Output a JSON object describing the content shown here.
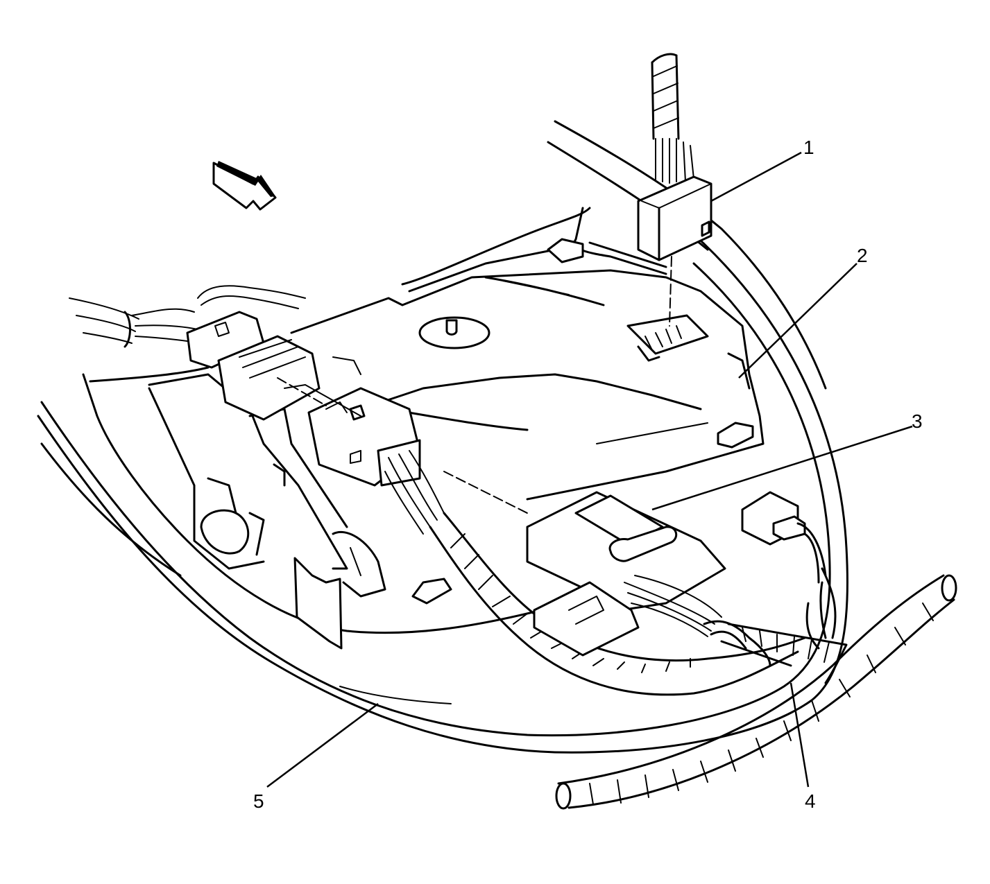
{
  "callouts": [
    {
      "id": "1",
      "label": "1"
    },
    {
      "id": "2",
      "label": "2"
    },
    {
      "id": "3",
      "label": "3"
    },
    {
      "id": "4",
      "label": "4"
    },
    {
      "id": "5",
      "label": "5"
    }
  ],
  "colors": {
    "line": "#000000",
    "background": "#ffffff"
  },
  "icons": [
    "direction-arrow-icon"
  ]
}
